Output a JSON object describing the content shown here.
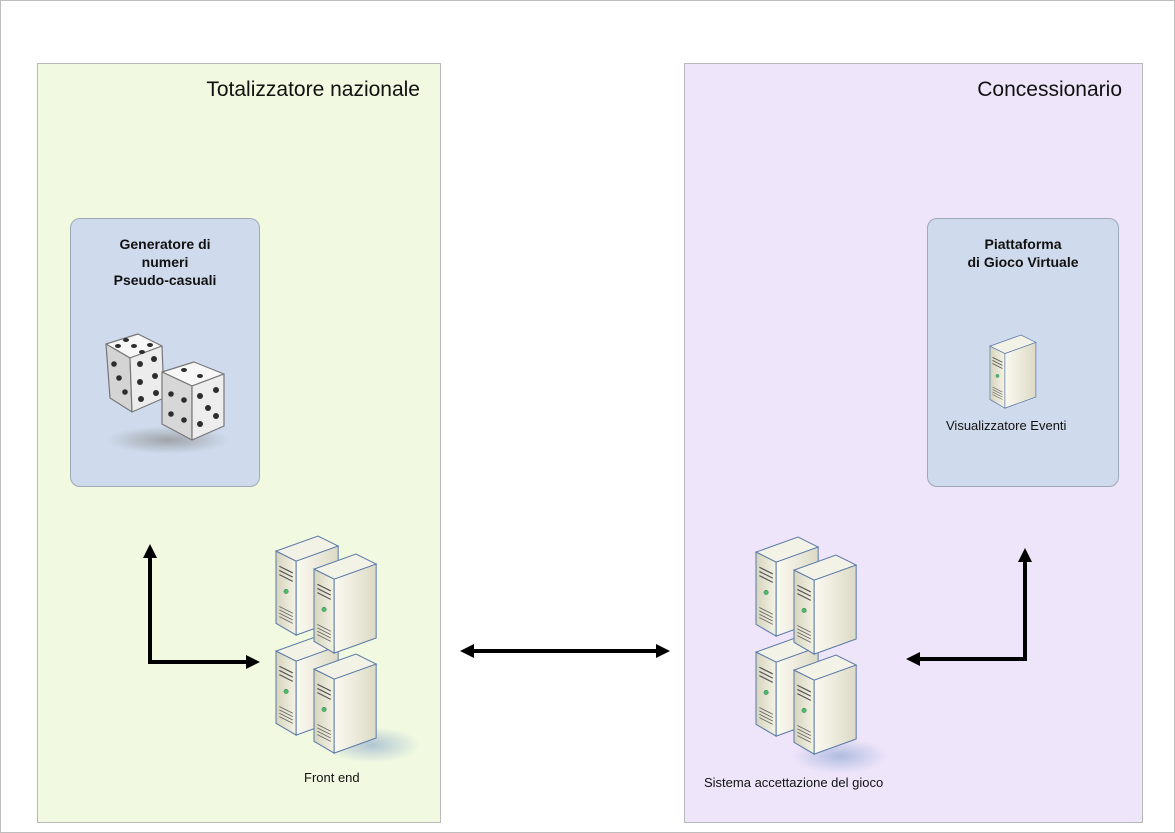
{
  "zones": {
    "left": {
      "title": "Totalizzatore nazionale",
      "bg_color": "#f1f9e0"
    },
    "right": {
      "title": "Concessionario",
      "bg_color": "#efe5fb"
    }
  },
  "panels": {
    "rng": {
      "title": "Generatore di\nnumeri\nPseudo-casuali"
    },
    "platform": {
      "title": "Piattaforma\ndi Gioco Virtuale",
      "caption": "Visualizzatore Eventi"
    }
  },
  "captions": {
    "front_end": "Front end",
    "acceptance": "Sistema accettazione del gioco"
  },
  "icons": {
    "dice": "dice-icon",
    "server_single": "server-icon",
    "server_cluster": "server-cluster-icon"
  },
  "colors": {
    "panel_bg": "#cfdbed",
    "server_body": "#ecead8",
    "arrow": "#000000"
  }
}
